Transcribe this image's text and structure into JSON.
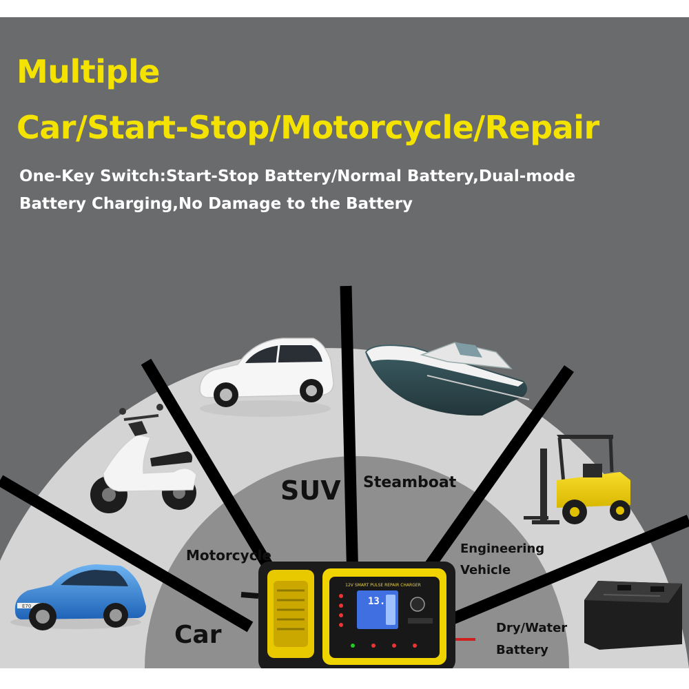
{
  "headline": {
    "line1": "Multiple",
    "line2": "Car/Start-Stop/Motorcycle/Repair"
  },
  "subheadline": {
    "line1": "One-Key Switch:Start-Stop Battery/Normal Battery,Dual-mode",
    "line2": "Battery Charging,No Damage to the Battery"
  },
  "applications": [
    {
      "label": "Car",
      "icon": "car-icon"
    },
    {
      "label": "Motorcycle",
      "icon": "scooter-icon"
    },
    {
      "label": "SUV",
      "icon": "suv-icon"
    },
    {
      "label": "Steamboat",
      "icon": "boat-icon"
    },
    {
      "label_lines": [
        "Engineering",
        "Vehicle"
      ],
      "icon": "forklift-icon"
    },
    {
      "label_lines": [
        "Dry/Water",
        "Battery"
      ],
      "icon": "battery-icon"
    }
  ],
  "charger": {
    "header_text": "12V SMART PULSE REPAIR CHARGER",
    "display_value": "13.8",
    "body_color": "#f0d400",
    "screen_color": "#3f6fe0"
  },
  "colors": {
    "title": "#f4e300",
    "background": "#6a6b6d",
    "outer_fan": "#d4d4d4",
    "inner_fan": "#8f8f8f",
    "spoke": "#000000"
  }
}
